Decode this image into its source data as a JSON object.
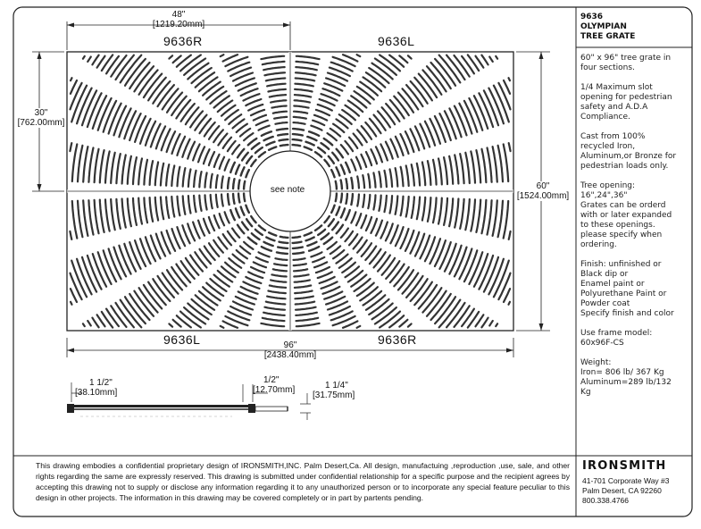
{
  "drawing": {
    "dim_top": "48\"",
    "dim_top_mm": "[1219.20mm]",
    "dim_bottom": "96\"",
    "dim_bottom_mm": "[2438.40mm]",
    "dim_left": "30\"",
    "dim_left_mm": "[762.00mm]",
    "dim_right": "60\"",
    "dim_right_mm": "[1524.00mm]",
    "quad_tl": "9636R",
    "quad_tr": "9636L",
    "quad_bl": "9636L",
    "quad_br": "9636R",
    "center_note": "see note"
  },
  "section_view": {
    "dim_a": "1 1/2\"",
    "dim_a_mm": "[38.10mm]",
    "dim_b": "1/2\"",
    "dim_b_mm": "[12.70mm]",
    "dim_c": "1 1/4\"",
    "dim_c_mm": "[31.75mm]"
  },
  "sidebar": {
    "title": "9636\nOLYMPIAN\nTREE GRATE",
    "paragraphs": [
      "60\" x 96\" tree grate in\nfour sections.",
      "1/4 Maximum slot\nopening for pedestrian\nsafety and A.D.A\nCompliance.",
      "Cast from 100%\nrecycled  Iron,\nAluminum,or Bronze for\npedestrian loads only.",
      "Tree opening:\n16\",24\",36\"\nGrates can be orderd\nwith or later expanded\nto these openings.\nplease specify when\nordering.",
      "Finish: unfinished or\nBlack dip or\nEnamel paint or\nPolyurethane Paint or\nPowder coat\nSpecify finish and color",
      "Use frame model:\n60x96F-CS",
      "Weight:\nIron= 806 lb/ 367 Kg\nAluminum=289 lb/132\nKg"
    ]
  },
  "footer": {
    "disclaimer": "This drawing embodies a confidential proprietary design of IRONSMITH,INC. Palm Desert,Ca. All design, manufactuing ,reproduction ,use, sale, and other rights regarding the same are expressly reserved. This drawing is submitted under confidential relationship for a specific purpose and the recipient agrees by accepting this drawing not to supply or disclose any information regarding it to any unauthorized person or to incorporate any special feature peculiar to this design in other projects. The information in this drawing may be covered completely or in part by partents pending.",
    "brand": "IRONSMITH",
    "address": "41-701 Corporate Way #3\nPalm Desert, CA 92260\n800.338.4766"
  }
}
